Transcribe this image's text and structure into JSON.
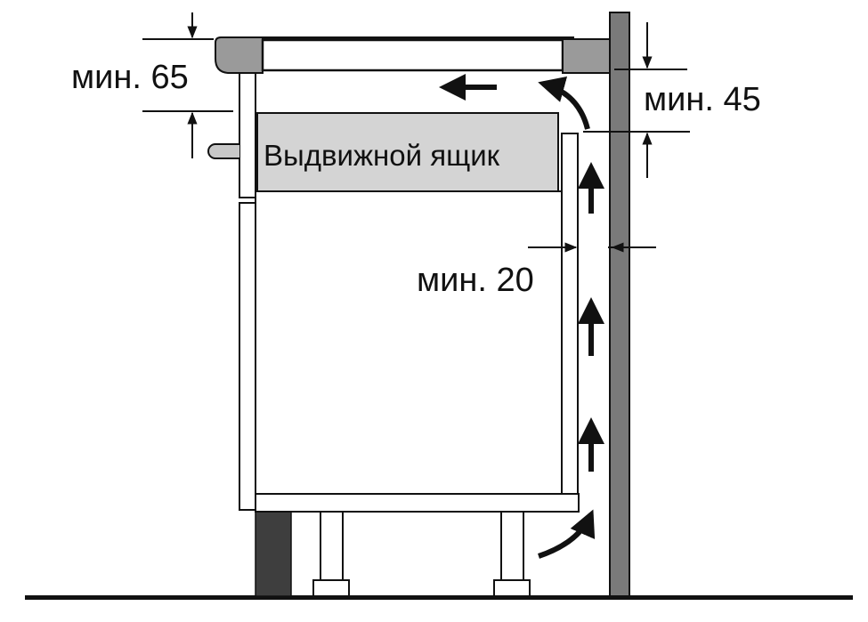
{
  "labels": {
    "top_gap": "мин. 65",
    "wall_gap_top": "мин. 45",
    "wall_gap_side": "мин. 20",
    "drawer": "Выдвижной ящик"
  },
  "colors": {
    "line": "#111111",
    "wall": "#7a7a7a",
    "hob_edge": "#9a9a9a",
    "drawer_fill": "#d4d4d4",
    "dark_panel": "#3e3e3e"
  },
  "icons": [
    "airflow-arrow-icon",
    "airflow-curved-arrow-icon",
    "dimension-arrow-icon"
  ]
}
